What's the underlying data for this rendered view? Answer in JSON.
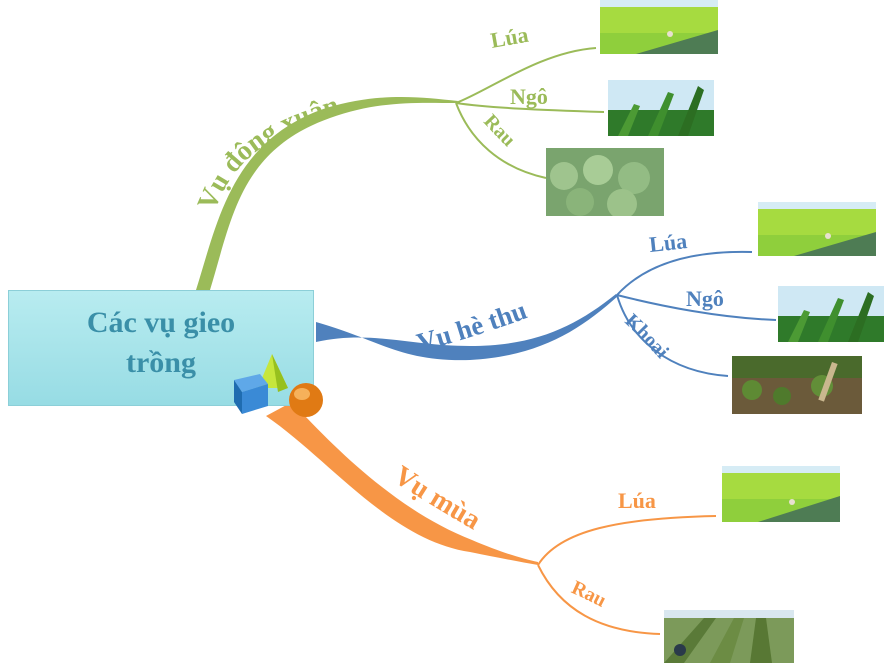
{
  "central": {
    "line1": "Các vụ gieo",
    "line2": "trồng"
  },
  "branches": {
    "dong_xuan": {
      "label": "Vụ đông xuân",
      "color": "#9bbb59",
      "items": {
        "lua": "Lúa",
        "ngo": "Ngô",
        "rau": "Rau"
      }
    },
    "he_thu": {
      "label": "Vụ hè thu",
      "color": "#4f81bd",
      "items": {
        "lua": "Lúa",
        "ngo": "Ngô",
        "khoai": "Khoai"
      }
    },
    "mua": {
      "label": "Vụ mùa",
      "color": "#f79646",
      "items": {
        "lua": "Lúa",
        "rau": "Rau"
      }
    }
  },
  "photos": {
    "rice_field": "rice-field-photo",
    "corn_field": "corn-field-photo",
    "vegetable_field": "vegetable-field-photo",
    "sweet_potato_field": "sweet-potato-field-photo"
  }
}
